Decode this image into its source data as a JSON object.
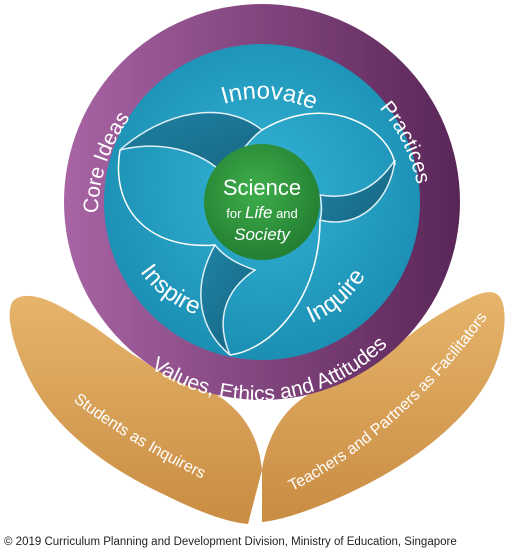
{
  "outer_ring": {
    "left_label": "Core Ideas",
    "right_label": "Practices",
    "bottom_label": "Values, Ethics and Attitudes"
  },
  "inner_ring": {
    "top_label": "Innovate",
    "left_label": "Inspire",
    "right_label": "Inquire"
  },
  "center": {
    "line1": "Science",
    "line2_prefix": "for ",
    "line2_italic": "Life",
    "line2_suffix": " and",
    "line3": "Society"
  },
  "hands": {
    "left_label": "Students as Inquirers",
    "right_label": "Teachers and Partners as Facilitators"
  },
  "footer": {
    "copyright": "© 2019 Curriculum Planning and Development Division, Ministry of Education, Singapore"
  },
  "colors": {
    "outer_ring_light": "#a05a9c",
    "outer_ring_dark": "#5e2a5c",
    "inner_ring": "#1e9cbf",
    "inner_swirl": "#1a6f8e",
    "center_circle": "#2e9a3e",
    "hands": "#d9a25a"
  }
}
